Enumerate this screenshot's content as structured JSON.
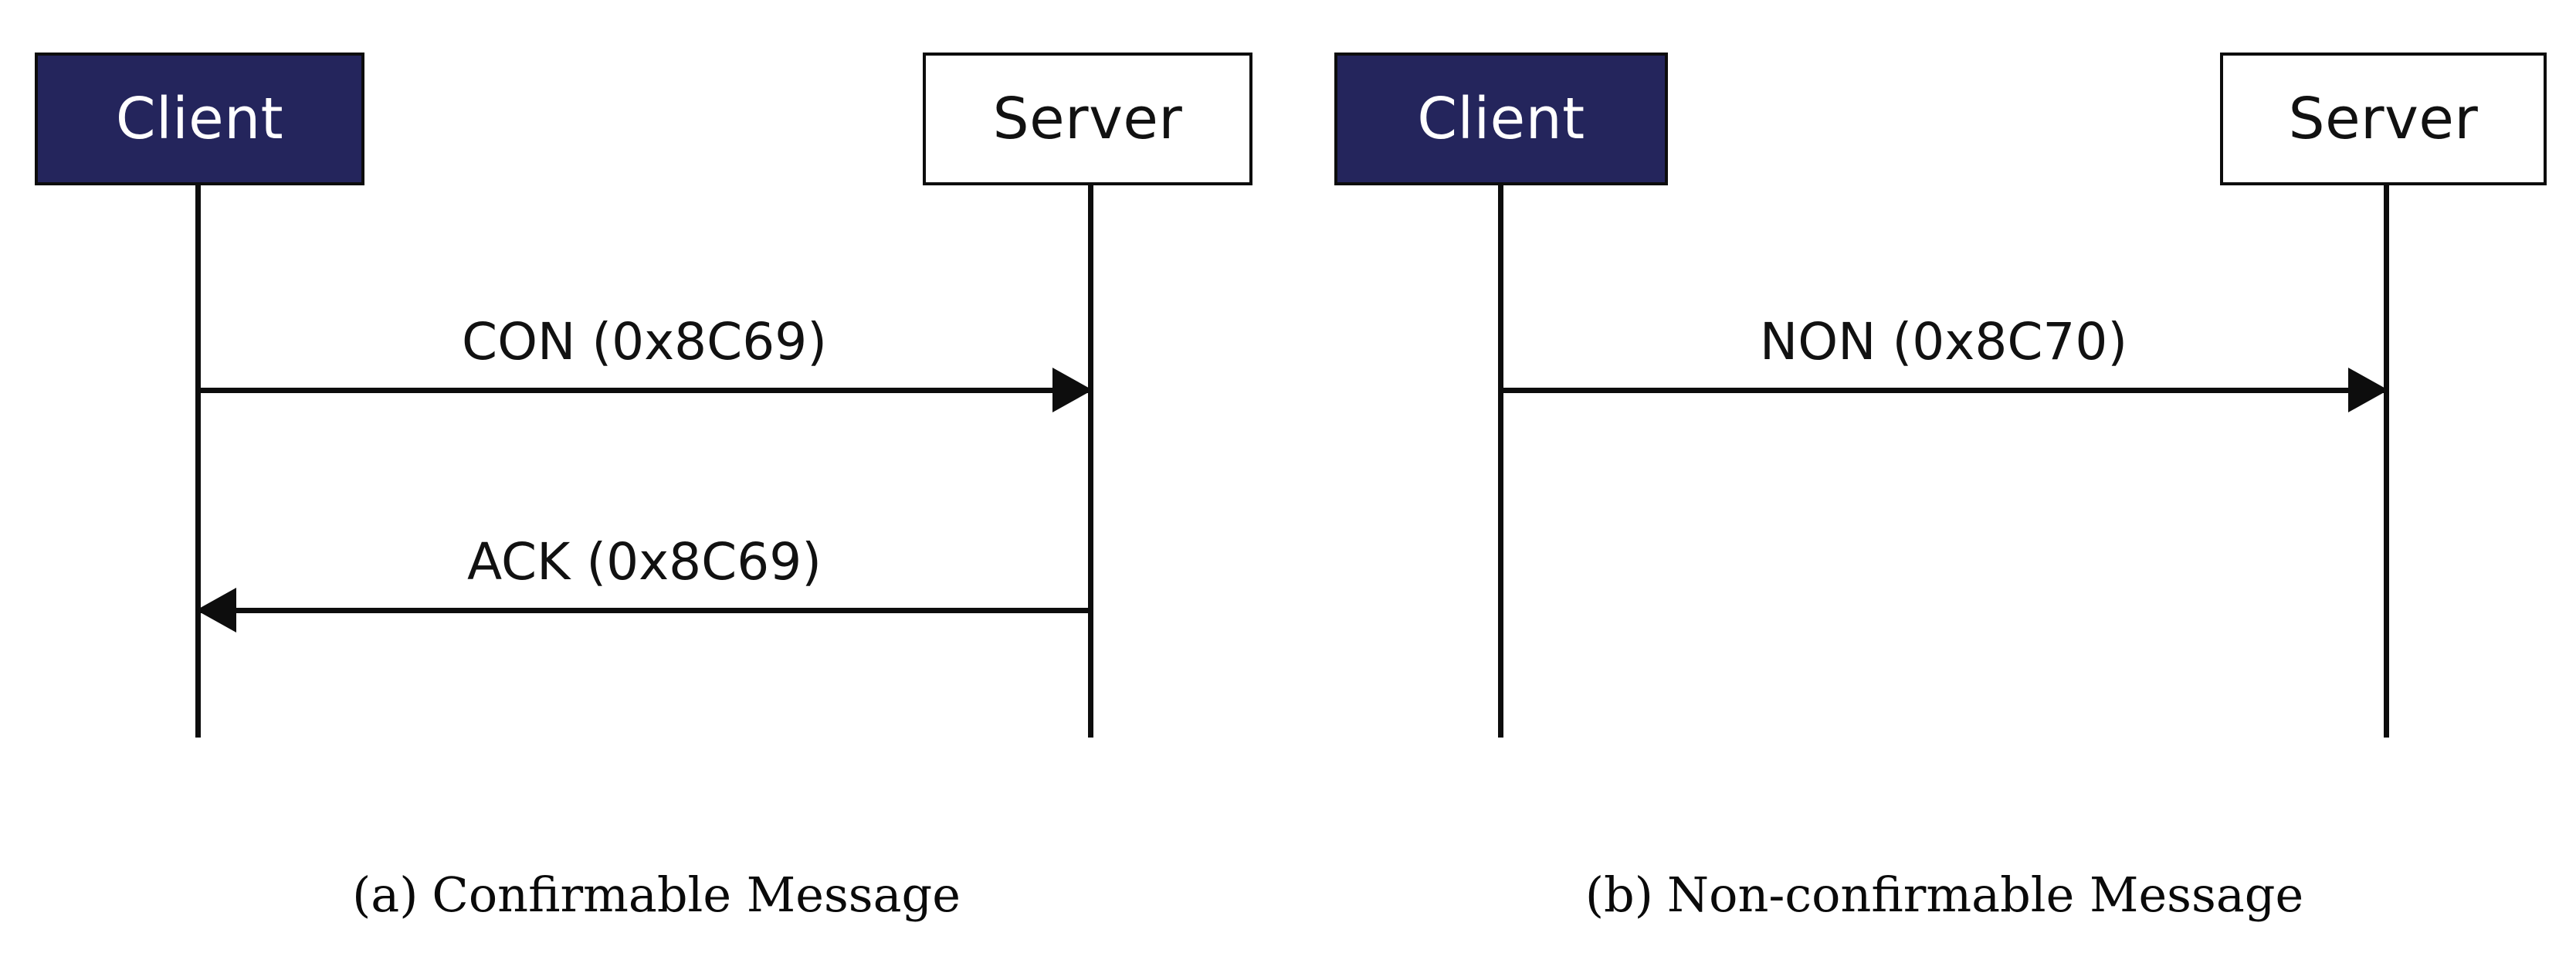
{
  "figure": {
    "type": "uml-sequence-diagram",
    "background_color": "#ffffff",
    "actor_fill_color": "#24255c",
    "line_color": "#0d0d0d"
  },
  "panels": [
    {
      "id": "a",
      "caption_tag": "(a)",
      "caption_text": "Confirmable Message",
      "participants": [
        {
          "name": "client",
          "label": "Client",
          "style": "filled"
        },
        {
          "name": "server",
          "label": "Server",
          "style": "hollow"
        }
      ],
      "messages": [
        {
          "name": "con-request",
          "label": "CON (0x8C69)",
          "from": "client",
          "to": "server",
          "direction": "to-right",
          "arrowhead": "solid-triangle"
        },
        {
          "name": "ack-response",
          "label": "ACK (0x8C69)",
          "from": "server",
          "to": "client",
          "direction": "to-left",
          "arrowhead": "solid-triangle"
        }
      ]
    },
    {
      "id": "b",
      "caption_tag": "(b)",
      "caption_text": "Non-confirmable Message",
      "participants": [
        {
          "name": "client",
          "label": "Client",
          "style": "filled"
        },
        {
          "name": "server",
          "label": "Server",
          "style": "hollow"
        }
      ],
      "messages": [
        {
          "name": "non-request",
          "label": "NON (0x8C70)",
          "from": "client",
          "to": "server",
          "direction": "to-right",
          "arrowhead": "solid-triangle"
        }
      ]
    }
  ]
}
